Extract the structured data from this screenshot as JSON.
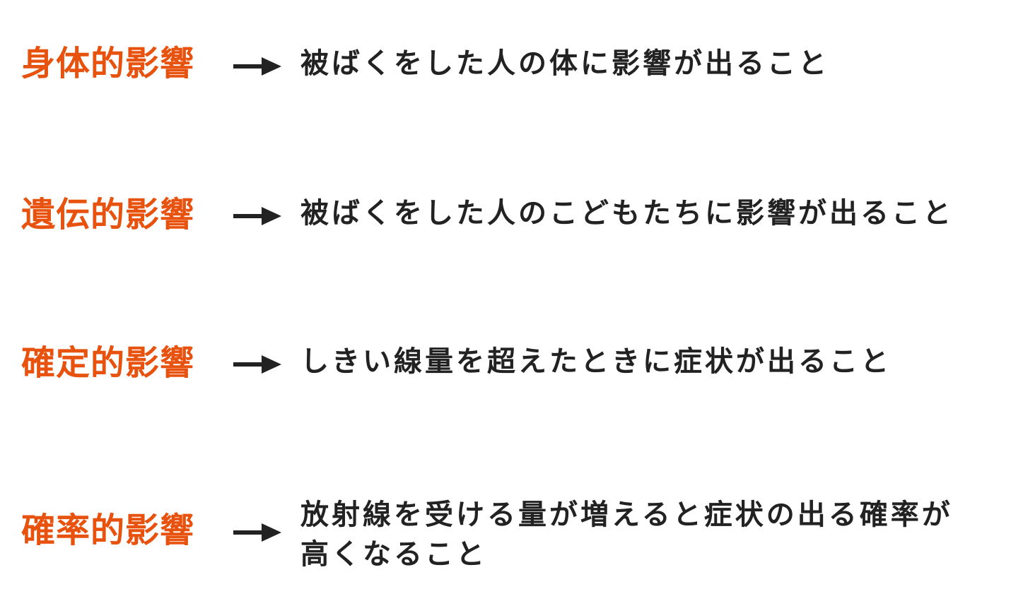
{
  "colors": {
    "term": "#e8520f",
    "text": "#222222",
    "arrow": "#222222"
  },
  "rows": [
    {
      "term": "身体的影響",
      "arrow_icon": "right-arrow-icon",
      "description_lines": [
        "被ばくをした人の体に影響が出ること"
      ]
    },
    {
      "term": "遺伝的影響",
      "arrow_icon": "right-arrow-icon",
      "description_lines": [
        "被ばくをした人のこどもたちに影響が出ること"
      ]
    },
    {
      "term": "確定的影響",
      "arrow_icon": "right-arrow-icon",
      "description_lines": [
        "しきい線量を超えたときに症状が出ること"
      ]
    },
    {
      "term": "確率的影響",
      "arrow_icon": "right-arrow-icon",
      "description_lines": [
        "放射線を受ける量が増えると症状の出る確率が",
        "高くなること"
      ]
    }
  ]
}
